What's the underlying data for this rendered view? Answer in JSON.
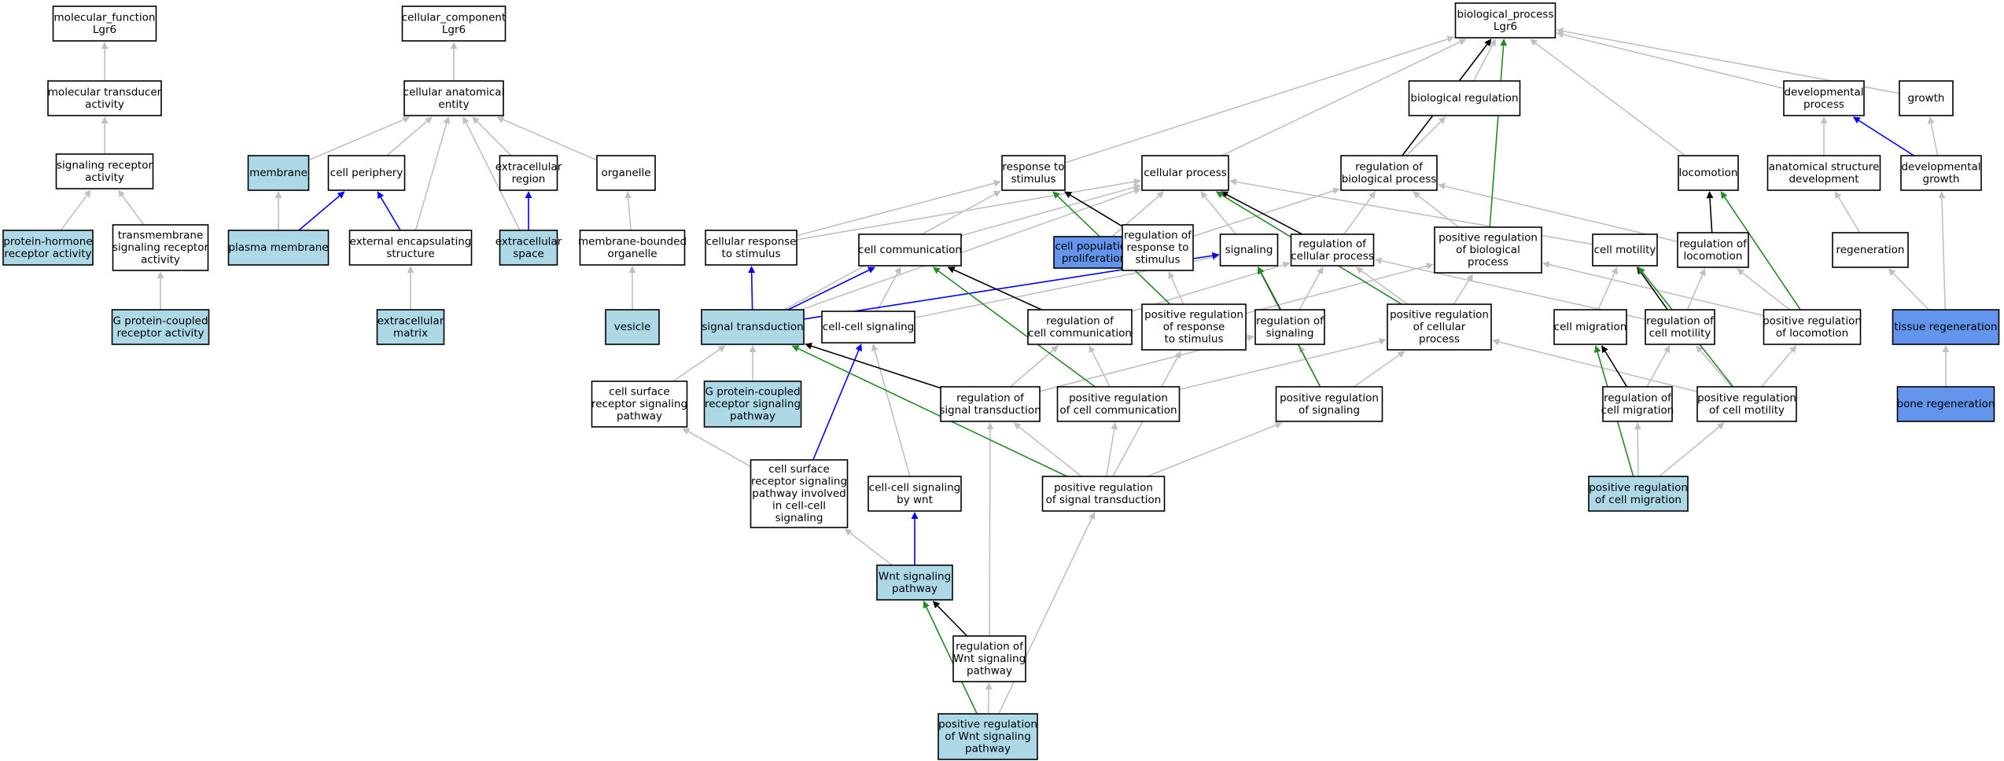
{
  "colors": {
    "plain": "#ffffff",
    "light": "#add8e6",
    "blue": "#6495ed",
    "is_a": "#c0c0c0",
    "regulates": "#000000",
    "positively_regulates": "#228b22",
    "part_of": "#0000ff"
  },
  "nodes": [
    {
      "id": "mf",
      "label": "molecular_function\nLgr6",
      "fill": "plain"
    },
    {
      "id": "mta",
      "label": "molecular transducer\nactivity",
      "fill": "plain"
    },
    {
      "id": "sra",
      "label": "signaling receptor\nactivity",
      "fill": "plain"
    },
    {
      "id": "phra",
      "label": "protein-hormone\nreceptor activity",
      "fill": "light"
    },
    {
      "id": "tsra",
      "label": "transmembrane\nsignaling receptor\nactivity",
      "fill": "plain"
    },
    {
      "id": "gpcra",
      "label": "G protein-coupled\nreceptor activity",
      "fill": "light"
    },
    {
      "id": "cc",
      "label": "cellular_component\nLgr6",
      "fill": "plain"
    },
    {
      "id": "cae",
      "label": "cellular anatomical\nentity",
      "fill": "plain"
    },
    {
      "id": "mem",
      "label": "membrane",
      "fill": "light"
    },
    {
      "id": "cper",
      "label": "cell periphery",
      "fill": "plain"
    },
    {
      "id": "exreg",
      "label": "extracellular\nregion",
      "fill": "plain"
    },
    {
      "id": "org",
      "label": "organelle",
      "fill": "plain"
    },
    {
      "id": "pmem",
      "label": "plasma membrane",
      "fill": "light"
    },
    {
      "id": "ees",
      "label": "external encapsulating\nstructure",
      "fill": "plain"
    },
    {
      "id": "exsp",
      "label": "extracellular\nspace",
      "fill": "light"
    },
    {
      "id": "mbo",
      "label": "membrane-bounded\norganelle",
      "fill": "plain"
    },
    {
      "id": "ecm",
      "label": "extracellular\nmatrix",
      "fill": "light"
    },
    {
      "id": "ves",
      "label": "vesicle",
      "fill": "light"
    },
    {
      "id": "bp",
      "label": "biological_process\nLgr6",
      "fill": "plain"
    },
    {
      "id": "breg",
      "label": "biological regulation",
      "fill": "plain"
    },
    {
      "id": "devp",
      "label": "developmental\nprocess",
      "fill": "plain"
    },
    {
      "id": "growth",
      "label": "growth",
      "fill": "plain"
    },
    {
      "id": "rts",
      "label": "response to\nstimulus",
      "fill": "plain"
    },
    {
      "id": "cellp",
      "label": "cellular process",
      "fill": "plain"
    },
    {
      "id": "rbp",
      "label": "regulation of\nbiological process",
      "fill": "plain"
    },
    {
      "id": "loco",
      "label": "locomotion",
      "fill": "plain"
    },
    {
      "id": "asd",
      "label": "anatomical structure\ndevelopment",
      "fill": "plain"
    },
    {
      "id": "devg",
      "label": "developmental\ngrowth",
      "fill": "plain"
    },
    {
      "id": "crts",
      "label": "cellular response\nto stimulus",
      "fill": "plain"
    },
    {
      "id": "ccom",
      "label": "cell communication",
      "fill": "plain"
    },
    {
      "id": "cpp",
      "label": "cell population\nproliferation",
      "fill": "blue"
    },
    {
      "id": "rrts",
      "label": "regulation of\nresponse to\nstimulus",
      "fill": "plain"
    },
    {
      "id": "sig",
      "label": "signaling",
      "fill": "plain"
    },
    {
      "id": "rcp",
      "label": "regulation of\ncellular process",
      "fill": "plain"
    },
    {
      "id": "prbp",
      "label": "positive regulation\nof biological\nprocess",
      "fill": "plain"
    },
    {
      "id": "cmot",
      "label": "cell motility",
      "fill": "plain"
    },
    {
      "id": "rloco",
      "label": "regulation of\nlocomotion",
      "fill": "plain"
    },
    {
      "id": "regen",
      "label": "regeneration",
      "fill": "plain"
    },
    {
      "id": "st",
      "label": "signal transduction",
      "fill": "light"
    },
    {
      "id": "ccs",
      "label": "cell-cell signaling",
      "fill": "plain"
    },
    {
      "id": "rcc",
      "label": "regulation of\ncell communication",
      "fill": "plain"
    },
    {
      "id": "prrs",
      "label": "positive regulation\nof response\nto stimulus",
      "fill": "plain"
    },
    {
      "id": "rsig",
      "label": "regulation of\nsignaling",
      "fill": "plain"
    },
    {
      "id": "prcp",
      "label": "positive regulation\nof cellular\nprocess",
      "fill": "plain"
    },
    {
      "id": "cmig",
      "label": "cell migration",
      "fill": "plain"
    },
    {
      "id": "rcm",
      "label": "regulation of\ncell motility",
      "fill": "plain"
    },
    {
      "id": "prl",
      "label": "positive regulation\nof locomotion",
      "fill": "plain"
    },
    {
      "id": "treg",
      "label": "tissue regeneration",
      "fill": "blue"
    },
    {
      "id": "csrsp",
      "label": "cell surface\nreceptor signaling\npathway",
      "fill": "plain"
    },
    {
      "id": "gpcrsp",
      "label": "G protein-coupled\nreceptor signaling\npathway",
      "fill": "light"
    },
    {
      "id": "rst",
      "label": "regulation of\nsignal transduction",
      "fill": "plain"
    },
    {
      "id": "prcc",
      "label": "positive regulation\nof cell communication",
      "fill": "plain"
    },
    {
      "id": "prsig",
      "label": "positive regulation\nof signaling",
      "fill": "plain"
    },
    {
      "id": "rcmig",
      "label": "regulation of\ncell migration",
      "fill": "plain"
    },
    {
      "id": "prcm",
      "label": "positive regulation\nof cell motility",
      "fill": "plain"
    },
    {
      "id": "breg2",
      "label": "bone regeneration",
      "fill": "blue"
    },
    {
      "id": "csrcc",
      "label": "cell surface\nreceptor signaling\npathway involved\nin cell-cell\nsignaling",
      "fill": "plain"
    },
    {
      "id": "ccsw",
      "label": "cell-cell signaling\nby wnt",
      "fill": "plain"
    },
    {
      "id": "prst",
      "label": "positive regulation\nof signal transduction",
      "fill": "plain"
    },
    {
      "id": "prcmig",
      "label": "positive regulation\nof cell migration",
      "fill": "light"
    },
    {
      "id": "wnt",
      "label": "Wnt signaling\npathway",
      "fill": "light"
    },
    {
      "id": "rwnt",
      "label": "regulation of\nWnt signaling\npathway",
      "fill": "plain"
    },
    {
      "id": "prwnt",
      "label": "positive regulation\nof Wnt signaling\npathway",
      "fill": "light"
    }
  ],
  "edges": [
    {
      "from": "mta",
      "to": "mf",
      "type": "is_a"
    },
    {
      "from": "sra",
      "to": "mta",
      "type": "is_a"
    },
    {
      "from": "phra",
      "to": "sra",
      "type": "is_a"
    },
    {
      "from": "tsra",
      "to": "sra",
      "type": "is_a"
    },
    {
      "from": "gpcra",
      "to": "tsra",
      "type": "is_a"
    },
    {
      "from": "cae",
      "to": "cc",
      "type": "is_a"
    },
    {
      "from": "mem",
      "to": "cae",
      "type": "is_a"
    },
    {
      "from": "cper",
      "to": "cae",
      "type": "is_a"
    },
    {
      "from": "exreg",
      "to": "cae",
      "type": "is_a"
    },
    {
      "from": "org",
      "to": "cae",
      "type": "is_a"
    },
    {
      "from": "ees",
      "to": "cae",
      "type": "is_a"
    },
    {
      "from": "exsp",
      "to": "cae",
      "type": "is_a"
    },
    {
      "from": "pmem",
      "to": "mem",
      "type": "is_a"
    },
    {
      "from": "pmem",
      "to": "cper",
      "type": "part_of"
    },
    {
      "from": "ees",
      "to": "cper",
      "type": "part_of"
    },
    {
      "from": "exsp",
      "to": "exreg",
      "type": "part_of"
    },
    {
      "from": "mbo",
      "to": "org",
      "type": "is_a"
    },
    {
      "from": "ecm",
      "to": "ees",
      "type": "is_a"
    },
    {
      "from": "ves",
      "to": "mbo",
      "type": "is_a"
    },
    {
      "from": "breg",
      "to": "bp",
      "type": "is_a"
    },
    {
      "from": "devp",
      "to": "bp",
      "type": "is_a"
    },
    {
      "from": "growth",
      "to": "bp",
      "type": "is_a"
    },
    {
      "from": "rts",
      "to": "bp",
      "type": "is_a"
    },
    {
      "from": "cellp",
      "to": "bp",
      "type": "is_a"
    },
    {
      "from": "loco",
      "to": "bp",
      "type": "is_a"
    },
    {
      "from": "rbp",
      "to": "bp",
      "type": "regulates"
    },
    {
      "from": "rbp",
      "to": "breg",
      "type": "is_a"
    },
    {
      "from": "prbp",
      "to": "bp",
      "type": "positively_regulates"
    },
    {
      "from": "asd",
      "to": "devp",
      "type": "is_a"
    },
    {
      "from": "devg",
      "to": "devp",
      "type": "part_of"
    },
    {
      "from": "devg",
      "to": "growth",
      "type": "is_a"
    },
    {
      "from": "crts",
      "to": "rts",
      "type": "is_a"
    },
    {
      "from": "crts",
      "to": "cellp",
      "type": "is_a"
    },
    {
      "from": "ccom",
      "to": "cellp",
      "type": "is_a"
    },
    {
      "from": "cpp",
      "to": "cellp",
      "type": "is_a"
    },
    {
      "from": "rrts",
      "to": "rts",
      "type": "regulates"
    },
    {
      "from": "rrts",
      "to": "rbp",
      "type": "is_a"
    },
    {
      "from": "sig",
      "to": "cellp",
      "type": "is_a"
    },
    {
      "from": "rcp",
      "to": "cellp",
      "type": "regulates"
    },
    {
      "from": "rcp",
      "to": "rbp",
      "type": "is_a"
    },
    {
      "from": "prbp",
      "to": "rbp",
      "type": "is_a"
    },
    {
      "from": "cmot",
      "to": "cellp",
      "type": "is_a"
    },
    {
      "from": "rloco",
      "to": "loco",
      "type": "regulates"
    },
    {
      "from": "rloco",
      "to": "rbp",
      "type": "is_a"
    },
    {
      "from": "regen",
      "to": "asd",
      "type": "is_a"
    },
    {
      "from": "st",
      "to": "crts",
      "type": "part_of"
    },
    {
      "from": "st",
      "to": "ccom",
      "type": "part_of"
    },
    {
      "from": "st",
      "to": "sig",
      "type": "part_of"
    },
    {
      "from": "st",
      "to": "rts",
      "type": "is_a"
    },
    {
      "from": "st",
      "to": "cellp",
      "type": "is_a"
    },
    {
      "from": "ccs",
      "to": "ccom",
      "type": "is_a"
    },
    {
      "from": "ccs",
      "to": "sig",
      "type": "is_a"
    },
    {
      "from": "rcc",
      "to": "ccom",
      "type": "regulates"
    },
    {
      "from": "rcc",
      "to": "rcp",
      "type": "is_a"
    },
    {
      "from": "prrs",
      "to": "rts",
      "type": "positively_regulates"
    },
    {
      "from": "prrs",
      "to": "rrts",
      "type": "is_a"
    },
    {
      "from": "prrs",
      "to": "prbp",
      "type": "is_a"
    },
    {
      "from": "rsig",
      "to": "sig",
      "type": "regulates"
    },
    {
      "from": "rsig",
      "to": "rcp",
      "type": "is_a"
    },
    {
      "from": "prcp",
      "to": "cellp",
      "type": "positively_regulates"
    },
    {
      "from": "prcp",
      "to": "rcp",
      "type": "is_a"
    },
    {
      "from": "prcp",
      "to": "prbp",
      "type": "is_a"
    },
    {
      "from": "cmig",
      "to": "cmot",
      "type": "is_a"
    },
    {
      "from": "rcm",
      "to": "cmot",
      "type": "regulates"
    },
    {
      "from": "rcm",
      "to": "rloco",
      "type": "is_a"
    },
    {
      "from": "rcm",
      "to": "rcp",
      "type": "is_a"
    },
    {
      "from": "prl",
      "to": "loco",
      "type": "positively_regulates"
    },
    {
      "from": "prl",
      "to": "rloco",
      "type": "is_a"
    },
    {
      "from": "prl",
      "to": "prbp",
      "type": "is_a"
    },
    {
      "from": "treg",
      "to": "regen",
      "type": "is_a"
    },
    {
      "from": "treg",
      "to": "devg",
      "type": "is_a"
    },
    {
      "from": "csrsp",
      "to": "st",
      "type": "is_a"
    },
    {
      "from": "gpcrsp",
      "to": "st",
      "type": "is_a"
    },
    {
      "from": "rst",
      "to": "st",
      "type": "regulates"
    },
    {
      "from": "rst",
      "to": "rcc",
      "type": "is_a"
    },
    {
      "from": "rst",
      "to": "rsig",
      "type": "is_a"
    },
    {
      "from": "prcc",
      "to": "ccom",
      "type": "positively_regulates"
    },
    {
      "from": "prcc",
      "to": "rcc",
      "type": "is_a"
    },
    {
      "from": "prcc",
      "to": "prcp",
      "type": "is_a"
    },
    {
      "from": "prsig",
      "to": "sig",
      "type": "positively_regulates"
    },
    {
      "from": "prsig",
      "to": "rsig",
      "type": "is_a"
    },
    {
      "from": "prsig",
      "to": "prcp",
      "type": "is_a"
    },
    {
      "from": "rcmig",
      "to": "cmig",
      "type": "regulates"
    },
    {
      "from": "rcmig",
      "to": "rcm",
      "type": "is_a"
    },
    {
      "from": "prcm",
      "to": "cmot",
      "type": "positively_regulates"
    },
    {
      "from": "prcm",
      "to": "rcm",
      "type": "is_a"
    },
    {
      "from": "prcm",
      "to": "prl",
      "type": "is_a"
    },
    {
      "from": "prcm",
      "to": "prcp",
      "type": "is_a"
    },
    {
      "from": "breg2",
      "to": "treg",
      "type": "is_a"
    },
    {
      "from": "csrcc",
      "to": "csrsp",
      "type": "is_a"
    },
    {
      "from": "csrcc",
      "to": "ccs",
      "type": "part_of"
    },
    {
      "from": "ccsw",
      "to": "ccs",
      "type": "is_a"
    },
    {
      "from": "prst",
      "to": "st",
      "type": "positively_regulates"
    },
    {
      "from": "prst",
      "to": "rst",
      "type": "is_a"
    },
    {
      "from": "prst",
      "to": "prcc",
      "type": "is_a"
    },
    {
      "from": "prst",
      "to": "prsig",
      "type": "is_a"
    },
    {
      "from": "prst",
      "to": "prrs",
      "type": "is_a"
    },
    {
      "from": "prcmig",
      "to": "cmig",
      "type": "positively_regulates"
    },
    {
      "from": "prcmig",
      "to": "rcmig",
      "type": "is_a"
    },
    {
      "from": "prcmig",
      "to": "prcm",
      "type": "is_a"
    },
    {
      "from": "wnt",
      "to": "csrcc",
      "type": "is_a"
    },
    {
      "from": "wnt",
      "to": "ccsw",
      "type": "part_of"
    },
    {
      "from": "rwnt",
      "to": "wnt",
      "type": "regulates"
    },
    {
      "from": "rwnt",
      "to": "rst",
      "type": "is_a"
    },
    {
      "from": "prwnt",
      "to": "wnt",
      "type": "positively_regulates"
    },
    {
      "from": "prwnt",
      "to": "rwnt",
      "type": "is_a"
    },
    {
      "from": "prwnt",
      "to": "prst",
      "type": "is_a"
    }
  ]
}
